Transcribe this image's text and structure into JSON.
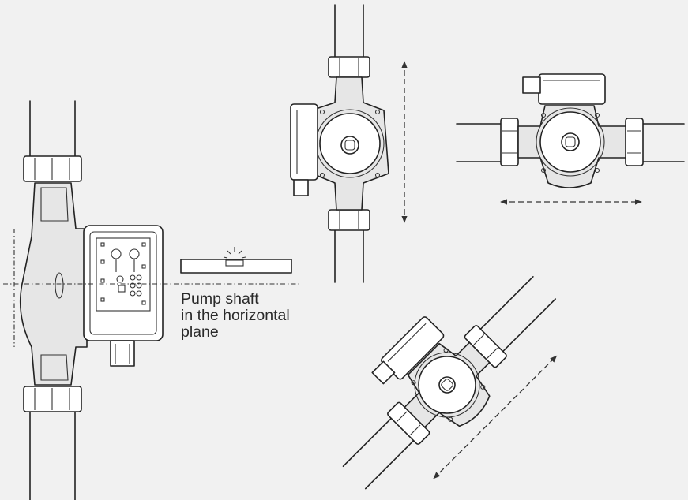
{
  "caption": {
    "lines": [
      "Pump shaft",
      "in the horizontal",
      "plane"
    ]
  }
}
